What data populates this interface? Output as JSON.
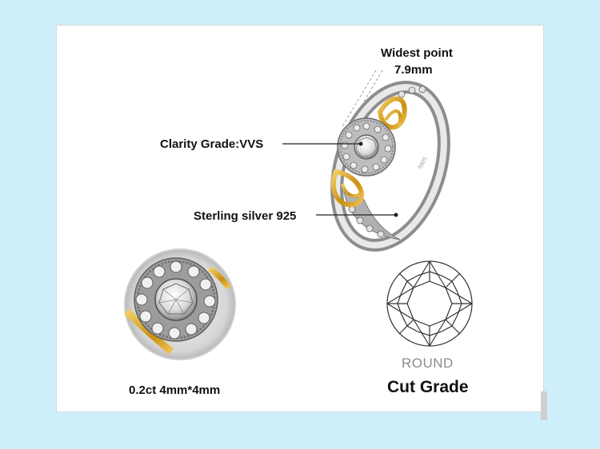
{
  "labels": {
    "widest_point": "Widest point",
    "widest_value": "7.9mm",
    "clarity": "Clarity Grade:VVS",
    "material": "Sterling silver 925",
    "stone_size": "0.2ct 4mm*4mm",
    "shape": "ROUND",
    "cut": "Cut Grade",
    "band_stamp": "S925"
  },
  "colors": {
    "background": "#cfeefb",
    "gold": "#d9a21b",
    "silver": "#c4c4c4"
  }
}
